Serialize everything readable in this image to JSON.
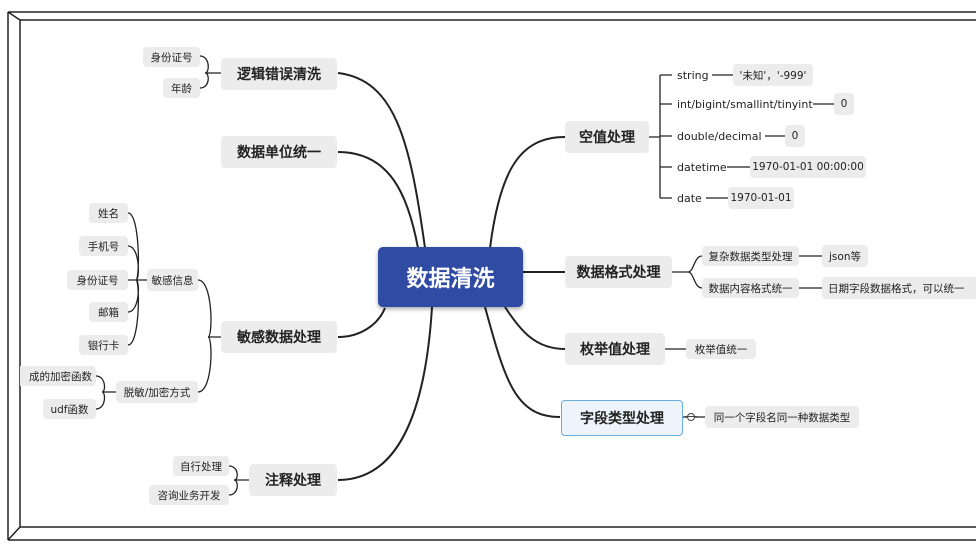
{
  "root": "数据清洗",
  "left": {
    "logic_errors": {
      "label": "逻辑错误清洗",
      "items": [
        "身份证号",
        "年龄"
      ]
    },
    "unit_unify": {
      "label": "数据单位统一"
    },
    "sensitive": {
      "label": "敏感数据处理",
      "info": {
        "label": "敏感信息",
        "items": [
          "姓名",
          "手机号",
          "身份证号",
          "邮箱",
          "银行卡"
        ]
      },
      "methods": {
        "label": "脱敏/加密方式",
        "items": [
          "成的加密函数",
          "udf函数"
        ]
      }
    },
    "comments": {
      "label": "注释处理",
      "items": [
        "自行处理",
        "咨询业务开发"
      ]
    }
  },
  "right": {
    "null_handling": {
      "label": "空值处理",
      "rows": [
        {
          "type": "string",
          "value": "'未知'，'-999'"
        },
        {
          "type": "int/bigint/smallint/tinyint",
          "value": "0"
        },
        {
          "type": "double/decimal",
          "value": "0"
        },
        {
          "type": "datetime",
          "value": "1970-01-01 00:00:00"
        },
        {
          "type": "date",
          "value": "1970-01-01"
        }
      ]
    },
    "format": {
      "label": "数据格式处理",
      "rows": [
        {
          "label": "复杂数据类型处理",
          "value": "json等"
        },
        {
          "label": "数据内容格式统一",
          "value": "日期字段数据格式，可以统一"
        }
      ]
    },
    "enum": {
      "label": "枚举值处理",
      "value": "枚举值统一"
    },
    "field_type": {
      "label": "字段类型处理",
      "value": "同一个字段名同一种数据类型"
    }
  },
  "colors": {
    "center": "#2f4ba3",
    "box": "#ececec",
    "line": "#222222",
    "selected_border": "#6aaee0"
  }
}
